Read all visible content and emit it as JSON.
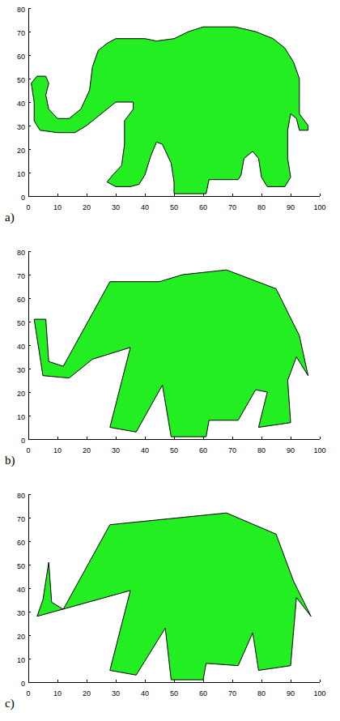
{
  "diagram": {
    "labels": [
      "0",
      "10",
      "20",
      "30",
      "40",
      "50",
      "60",
      "70",
      "80",
      "90",
      "100",
      "0",
      "10",
      "20",
      "30",
      "40",
      "50",
      "60",
      "70",
      "80",
      "a)",
      "0",
      "10",
      "20",
      "30",
      "40",
      "50",
      "60",
      "70",
      "80",
      "90",
      "100",
      "0",
      "10",
      "20",
      "30",
      "40",
      "50",
      "60",
      "70",
      "80",
      "b)",
      "0",
      "10",
      "20",
      "30",
      "40",
      "50",
      "60",
      "70",
      "80",
      "90",
      "100",
      "0",
      "10",
      "20",
      "30",
      "40",
      "50",
      "60",
      "70",
      "80",
      "c)"
    ]
  }
}
